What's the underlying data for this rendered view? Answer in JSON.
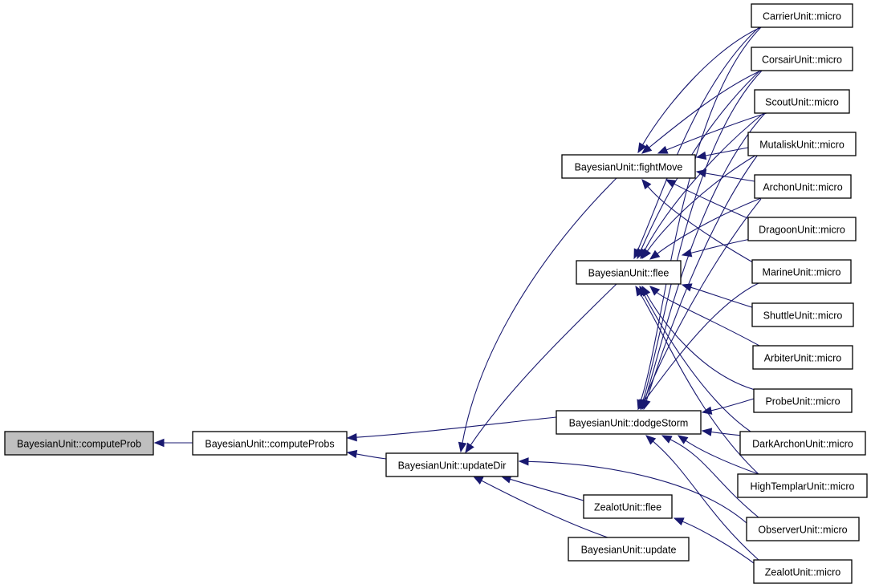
{
  "diagram": {
    "type": "call-graph",
    "edge_color": "#191970",
    "root_fill": "#bfbfbf",
    "node_fill": "#ffffff",
    "nodes": [
      {
        "id": "computeProb",
        "label": "BayesianUnit::computeProb",
        "root": true
      },
      {
        "id": "computeProbs",
        "label": "BayesianUnit::computeProbs"
      },
      {
        "id": "updateDir",
        "label": "BayesianUnit::updateDir"
      },
      {
        "id": "fightMove",
        "label": "BayesianUnit::fightMove"
      },
      {
        "id": "flee",
        "label": "BayesianUnit::flee"
      },
      {
        "id": "dodgeStorm",
        "label": "BayesianUnit::dodgeStorm"
      },
      {
        "id": "zealotFlee",
        "label": "ZealotUnit::flee"
      },
      {
        "id": "update",
        "label": "BayesianUnit::update"
      },
      {
        "id": "carrier",
        "label": "CarrierUnit::micro"
      },
      {
        "id": "corsair",
        "label": "CorsairUnit::micro"
      },
      {
        "id": "scout",
        "label": "ScoutUnit::micro"
      },
      {
        "id": "mutalisk",
        "label": "MutaliskUnit::micro"
      },
      {
        "id": "archon",
        "label": "ArchonUnit::micro"
      },
      {
        "id": "dragoon",
        "label": "DragoonUnit::micro"
      },
      {
        "id": "marine",
        "label": "MarineUnit::micro"
      },
      {
        "id": "shuttle",
        "label": "ShuttleUnit::micro"
      },
      {
        "id": "arbiter",
        "label": "ArbiterUnit::micro"
      },
      {
        "id": "probe",
        "label": "ProbeUnit::micro"
      },
      {
        "id": "darkArchon",
        "label": "DarkArchonUnit::micro"
      },
      {
        "id": "highTemplar",
        "label": "HighTemplarUnit::micro"
      },
      {
        "id": "observer",
        "label": "ObserverUnit::micro"
      },
      {
        "id": "zealotMicro",
        "label": "ZealotUnit::micro"
      }
    ],
    "edges": [
      {
        "from": "computeProbs",
        "to": "computeProb"
      },
      {
        "from": "updateDir",
        "to": "computeProbs"
      },
      {
        "from": "dodgeStorm",
        "to": "computeProbs"
      },
      {
        "from": "fightMove",
        "to": "updateDir"
      },
      {
        "from": "flee",
        "to": "updateDir"
      },
      {
        "from": "zealotFlee",
        "to": "updateDir"
      },
      {
        "from": "update",
        "to": "updateDir"
      },
      {
        "from": "observer",
        "to": "updateDir"
      },
      {
        "from": "carrier",
        "to": "fightMove"
      },
      {
        "from": "corsair",
        "to": "fightMove"
      },
      {
        "from": "scout",
        "to": "fightMove"
      },
      {
        "from": "mutalisk",
        "to": "fightMove"
      },
      {
        "from": "archon",
        "to": "fightMove"
      },
      {
        "from": "dragoon",
        "to": "fightMove"
      },
      {
        "from": "marine",
        "to": "fightMove"
      },
      {
        "from": "carrier",
        "to": "flee"
      },
      {
        "from": "corsair",
        "to": "flee"
      },
      {
        "from": "scout",
        "to": "flee"
      },
      {
        "from": "mutalisk",
        "to": "flee"
      },
      {
        "from": "archon",
        "to": "flee"
      },
      {
        "from": "dragoon",
        "to": "flee"
      },
      {
        "from": "shuttle",
        "to": "flee"
      },
      {
        "from": "arbiter",
        "to": "flee"
      },
      {
        "from": "probe",
        "to": "flee"
      },
      {
        "from": "darkArchon",
        "to": "flee"
      },
      {
        "from": "highTemplar",
        "to": "flee"
      },
      {
        "from": "carrier",
        "to": "dodgeStorm"
      },
      {
        "from": "corsair",
        "to": "dodgeStorm"
      },
      {
        "from": "scout",
        "to": "dodgeStorm"
      },
      {
        "from": "mutalisk",
        "to": "dodgeStorm"
      },
      {
        "from": "archon",
        "to": "dodgeStorm"
      },
      {
        "from": "marine",
        "to": "dodgeStorm"
      },
      {
        "from": "probe",
        "to": "dodgeStorm"
      },
      {
        "from": "darkArchon",
        "to": "dodgeStorm"
      },
      {
        "from": "highTemplar",
        "to": "dodgeStorm"
      },
      {
        "from": "observer",
        "to": "dodgeStorm"
      },
      {
        "from": "zealotMicro",
        "to": "dodgeStorm"
      },
      {
        "from": "zealotMicro",
        "to": "zealotFlee"
      }
    ]
  }
}
